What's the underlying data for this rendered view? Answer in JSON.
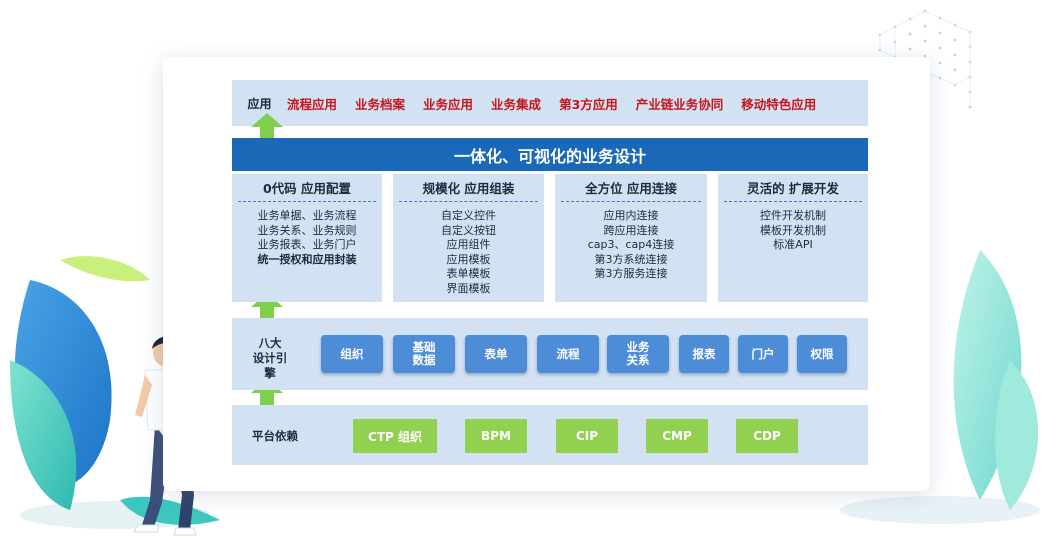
{
  "app_layer": {
    "title": "应用",
    "items": [
      "流程应用",
      "业务档案",
      "业务应用",
      "业务集成",
      "第3方应用",
      "产业链业务协同",
      "移动特色应用"
    ]
  },
  "design_banner": "一体化、可视化的业务设计",
  "columns": [
    {
      "header": "0代码 应用配置",
      "lines": [
        "业务单据、业务流程",
        "业务关系、业务规则",
        "业务报表、业务门户"
      ],
      "strong_line": "统一授权和应用封装"
    },
    {
      "header": "规模化 应用组装",
      "lines": [
        "自定义控件",
        "自定义按钮",
        "应用组件",
        "应用模板",
        "表单模板",
        "界面模板"
      ]
    },
    {
      "header": "全方位 应用连接",
      "lines": [
        "应用内连接",
        "跨应用连接",
        "cap3、cap4连接",
        "第3方系统连接",
        "第3方服务连接"
      ]
    },
    {
      "header": "灵活的 扩展开发",
      "lines": [
        "控件开发机制",
        "模板开发机制",
        "标准API"
      ]
    }
  ],
  "engines": {
    "title": "八大\n设计引擎",
    "items": [
      "组织",
      "基础\n数据",
      "表单",
      "流程",
      "业务\n关系",
      "报表",
      "门户",
      "权限"
    ]
  },
  "platform": {
    "title": "平台依赖",
    "items": [
      "CTP 组织",
      "BPM",
      "CIP",
      "CMP",
      "CDP"
    ]
  },
  "colors": {
    "band": "#d3e2f2",
    "banner": "#1a68b8",
    "engine_button": "#4d8cd6",
    "platform_button": "#92d050",
    "app_text": "#c4171d",
    "arrow": "#7dcf4c"
  }
}
